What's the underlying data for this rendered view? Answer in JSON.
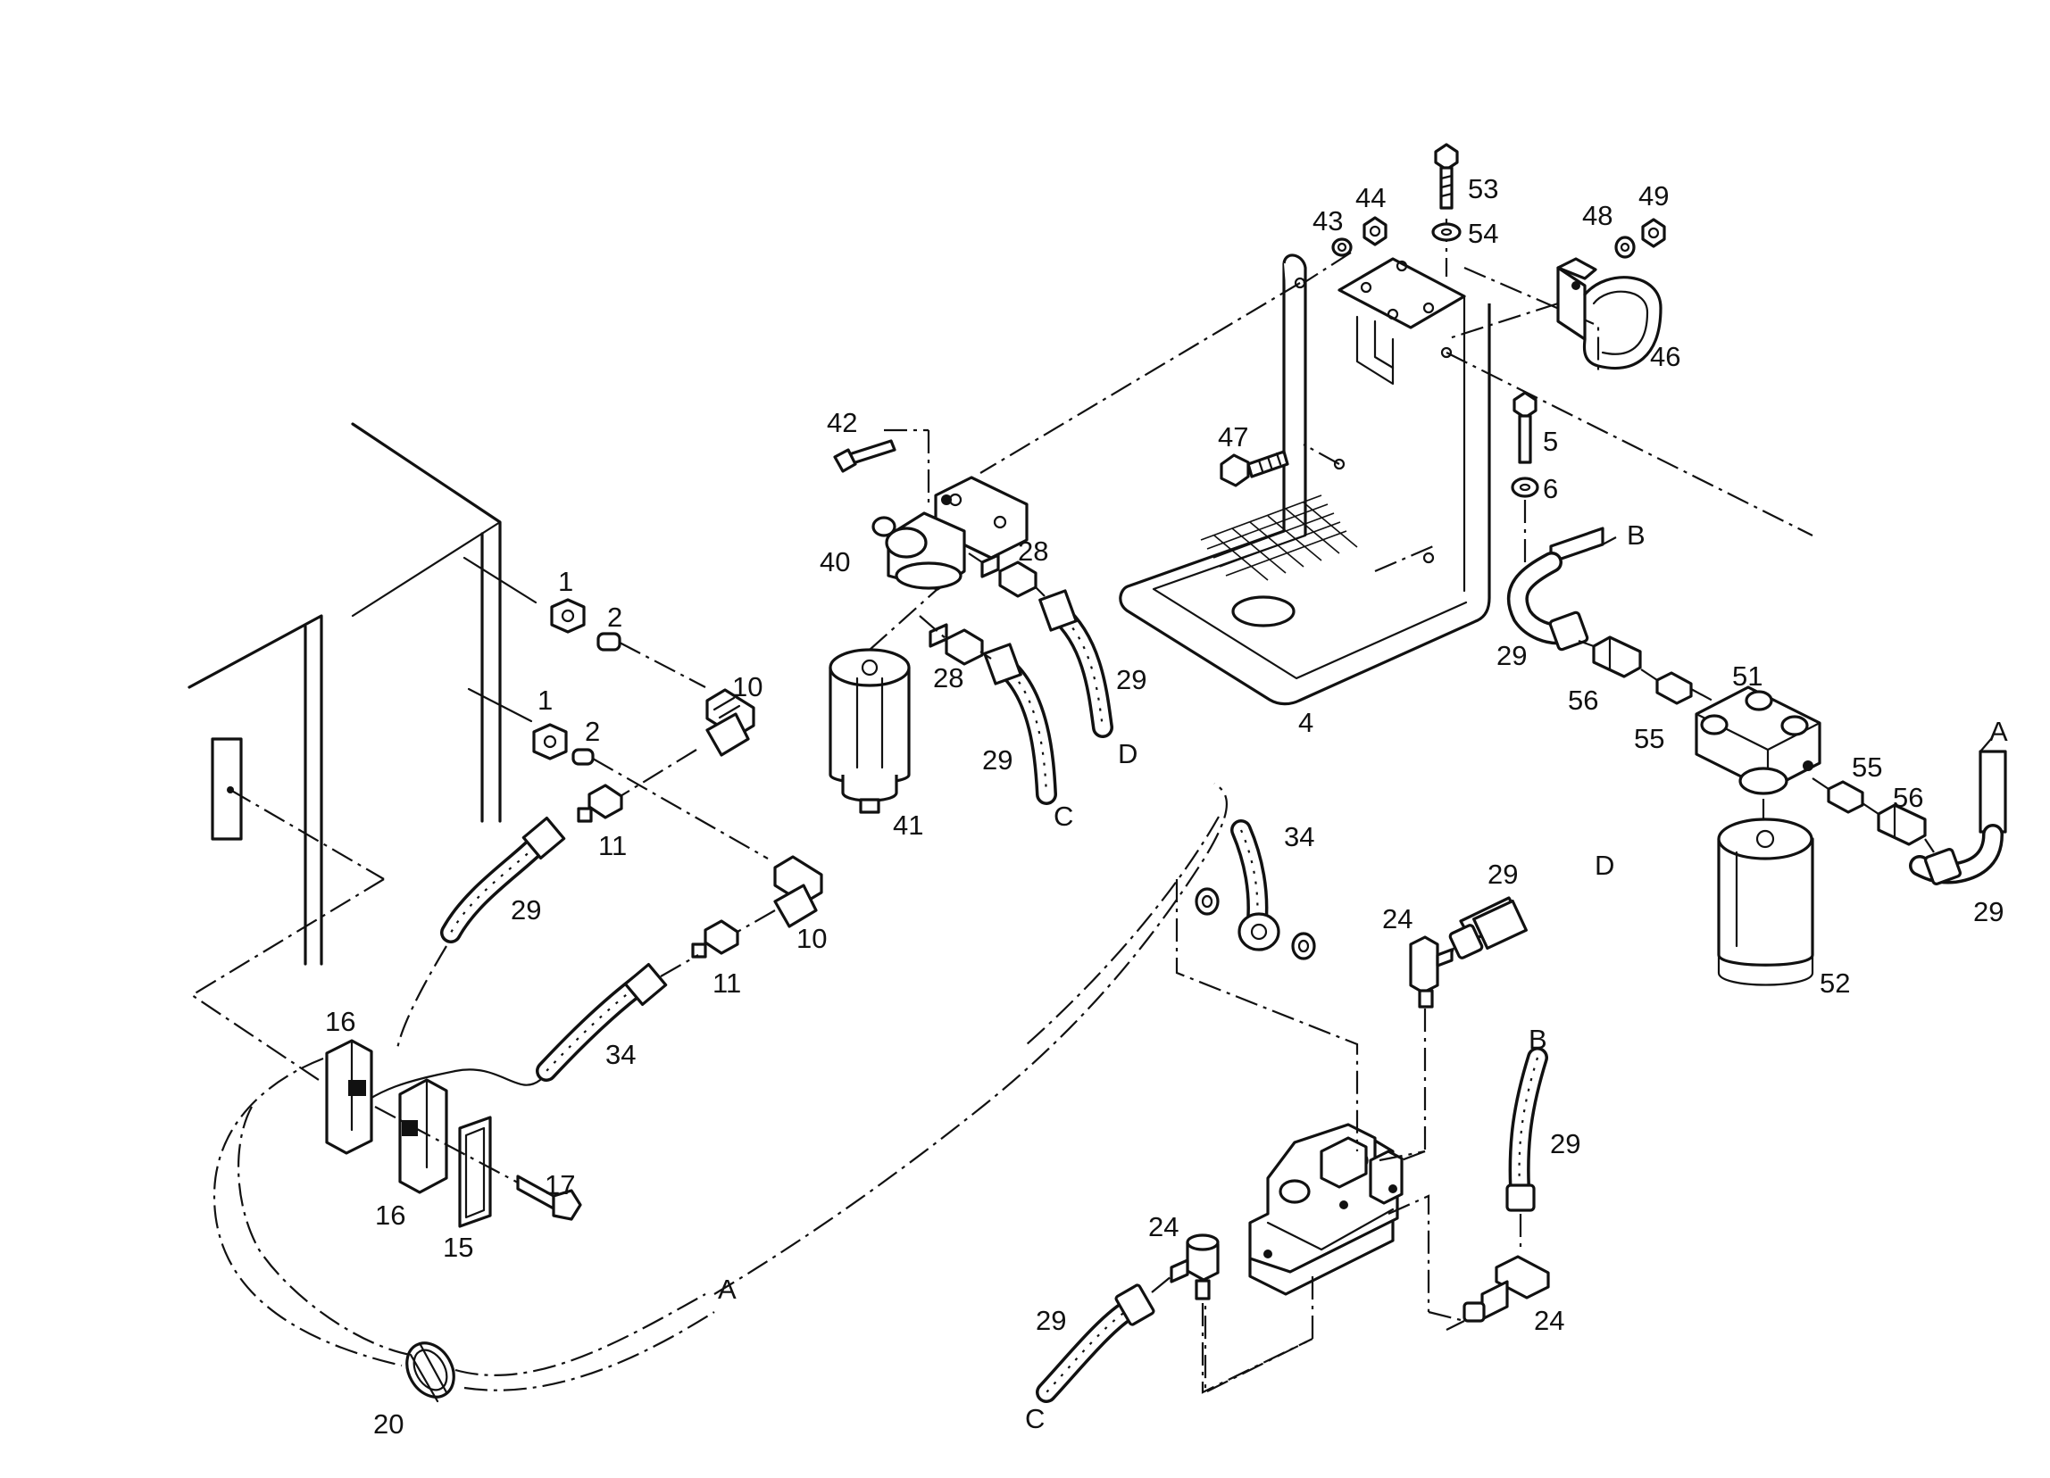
{
  "labels": [
    {
      "id": "l53",
      "text": "53"
    },
    {
      "id": "l44",
      "text": "44"
    },
    {
      "id": "l43",
      "text": "43"
    },
    {
      "id": "l54",
      "text": "54"
    },
    {
      "id": "l48",
      "text": "48"
    },
    {
      "id": "l49",
      "text": "49"
    },
    {
      "id": "l46",
      "text": "46"
    },
    {
      "id": "l42",
      "text": "42"
    },
    {
      "id": "l47",
      "text": "47"
    },
    {
      "id": "l5",
      "text": "5"
    },
    {
      "id": "l6",
      "text": "6"
    },
    {
      "id": "l40",
      "text": "40"
    },
    {
      "id": "l28a",
      "text": "28"
    },
    {
      "id": "l28b",
      "text": "28"
    },
    {
      "id": "l29a",
      "text": "29"
    },
    {
      "id": "l29b",
      "text": "29"
    },
    {
      "id": "lDa",
      "text": "D"
    },
    {
      "id": "lCa",
      "text": "C"
    },
    {
      "id": "l41",
      "text": "41"
    },
    {
      "id": "l4",
      "text": "4"
    },
    {
      "id": "lBa",
      "text": "B"
    },
    {
      "id": "l29c",
      "text": "29"
    },
    {
      "id": "l56a",
      "text": "56"
    },
    {
      "id": "l55a",
      "text": "55"
    },
    {
      "id": "l51",
      "text": "51"
    },
    {
      "id": "l55b",
      "text": "55"
    },
    {
      "id": "l56b",
      "text": "56"
    },
    {
      "id": "lAa",
      "text": "A"
    },
    {
      "id": "l29d",
      "text": "29"
    },
    {
      "id": "l52",
      "text": "52"
    },
    {
      "id": "l1a",
      "text": "1"
    },
    {
      "id": "l2a",
      "text": "2"
    },
    {
      "id": "l1b",
      "text": "1"
    },
    {
      "id": "l2b",
      "text": "2"
    },
    {
      "id": "l10a",
      "text": "10"
    },
    {
      "id": "l11a",
      "text": "11"
    },
    {
      "id": "l29e",
      "text": "29"
    },
    {
      "id": "l10b",
      "text": "10"
    },
    {
      "id": "l11b",
      "text": "11"
    },
    {
      "id": "l34a",
      "text": "34"
    },
    {
      "id": "l16a",
      "text": "16"
    },
    {
      "id": "l16b",
      "text": "16"
    },
    {
      "id": "l15",
      "text": "15"
    },
    {
      "id": "l17",
      "text": "17"
    },
    {
      "id": "lAb",
      "text": "A"
    },
    {
      "id": "l20",
      "text": "20"
    },
    {
      "id": "l34b",
      "text": "34"
    },
    {
      "id": "l24a",
      "text": "24"
    },
    {
      "id": "l29f",
      "text": "29"
    },
    {
      "id": "lDb",
      "text": "D"
    },
    {
      "id": "lBb",
      "text": "B"
    },
    {
      "id": "l29g",
      "text": "29"
    },
    {
      "id": "l24b",
      "text": "24"
    },
    {
      "id": "l29h",
      "text": "29"
    },
    {
      "id": "lCb",
      "text": "C"
    },
    {
      "id": "l24c",
      "text": "24"
    }
  ]
}
